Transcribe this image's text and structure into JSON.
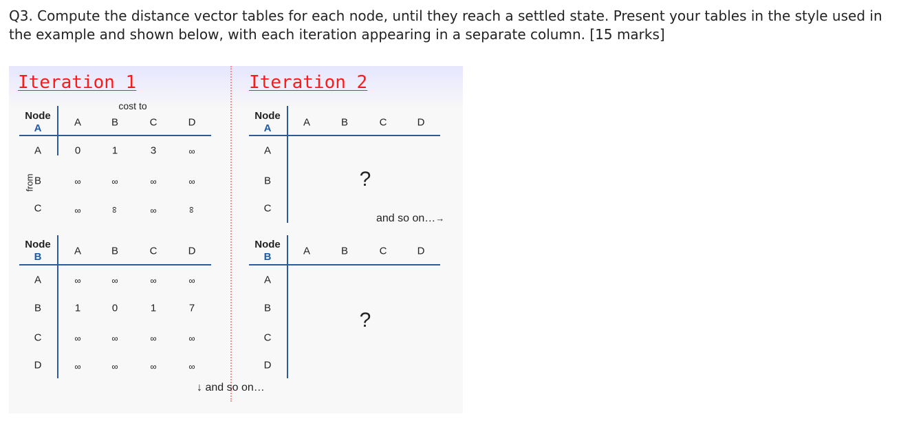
{
  "question": "Q3. Compute the distance vector tables for each node, until they reach a settled state.  Present your tables in the style used in the example and shown below, with each iteration appearing in a separate column. [15 marks]",
  "figure": {
    "iteration1_title": "Iteration 1",
    "iteration2_title": "Iteration 2",
    "cost_to_label": "cost to",
    "from_label": "from",
    "columns": [
      "A",
      "B",
      "C",
      "D"
    ],
    "nodeA": {
      "header_line1": "Node",
      "header_line2": "A",
      "rows": [
        {
          "label": "A",
          "values": [
            "0",
            "1",
            "3",
            "∞"
          ]
        },
        {
          "label": "B",
          "values": [
            "∞",
            "∞",
            "∞",
            "∞"
          ]
        },
        {
          "label": "C",
          "values": [
            "∞",
            "∞",
            "∞",
            "∞"
          ]
        }
      ]
    },
    "nodeB": {
      "header_line1": "Node",
      "header_line2": "B",
      "rows": [
        {
          "label": "A",
          "values": [
            "∞",
            "∞",
            "∞",
            "∞"
          ]
        },
        {
          "label": "B",
          "values": [
            "1",
            "0",
            "1",
            "7"
          ]
        },
        {
          "label": "C",
          "values": [
            "∞",
            "∞",
            "∞",
            "∞"
          ]
        },
        {
          "label": "D",
          "values": [
            "∞",
            "∞",
            "∞",
            "∞"
          ]
        }
      ]
    },
    "question_mark": "?",
    "and_so_on_right": "and so on…",
    "and_so_on_down": "and so on…",
    "arrow_right": "→",
    "arrow_down": "↓"
  }
}
